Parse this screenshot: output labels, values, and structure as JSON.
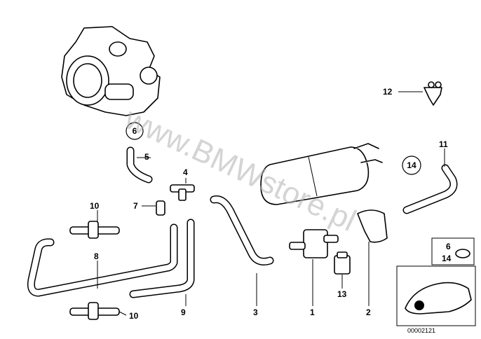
{
  "watermark": "www.BMWstore.pl",
  "diagram_code": "00002121",
  "callouts": {
    "c1": "1",
    "c2": "2",
    "c3": "3",
    "c4": "4",
    "c5": "5",
    "c6_circled": "6",
    "c7": "7",
    "c8": "8",
    "c9": "9",
    "c10_top": "10",
    "c10_bottom": "10",
    "c11": "11",
    "c12": "12",
    "c13": "13",
    "c14_circled": "14",
    "kit_top": "6",
    "kit_bottom": "14"
  }
}
